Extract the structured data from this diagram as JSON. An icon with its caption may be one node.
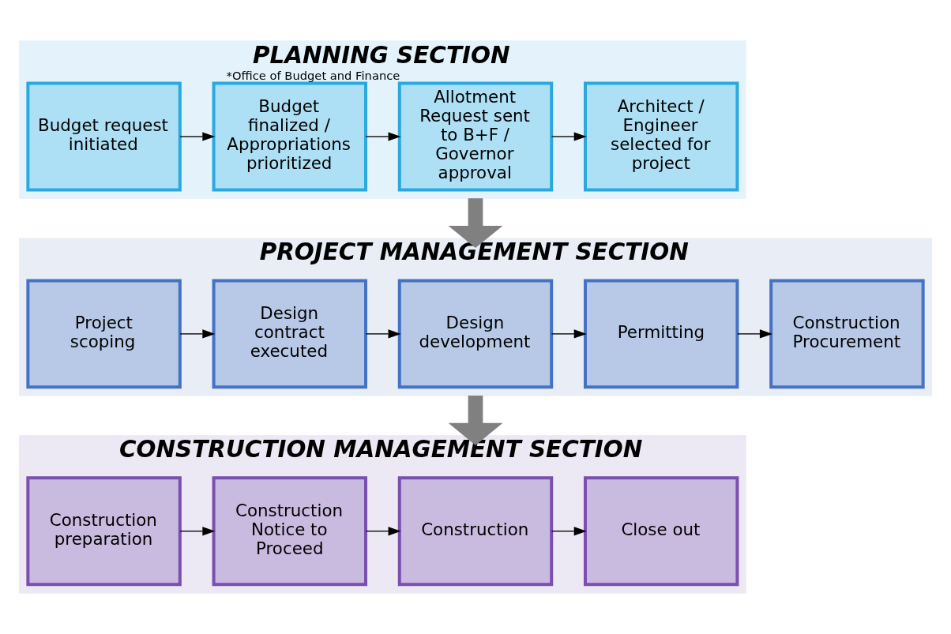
{
  "diagram": {
    "nodes": [
      {
        "text": [
          "PLANNING SECTION"
        ]
      },
      {
        "text": [
          "Budget request initiated"
        ],
        "in": 0
      },
      {
        "text": [
          "Budget finalized / Appropriations prioritized"
        ],
        "in": 0
      },
      {
        "text": [
          "Allotment Request sent to B+F / Governor approval"
        ],
        "in": 0,
        "beside": [
          "*Office of Budget and Finance"
        ]
      },
      {
        "text": [
          "Architect / Engineer selected for project"
        ],
        "in": 0
      },
      {
        "text": [
          "PROJECT MANAGEMENT SECTION"
        ]
      },
      {
        "text": [
          "Project scoping"
        ],
        "in": 5
      },
      {
        "text": [
          "Design contract executed"
        ],
        "in": 5
      },
      {
        "text": [
          "Design development"
        ],
        "in": 5
      },
      {
        "text": [
          "Permitting"
        ],
        "in": 5
      },
      {
        "text": [
          "Construction Procurement"
        ],
        "in": 5
      },
      {
        "text": [
          "CONSTRUCTION MANAGEMENT SECTION"
        ]
      },
      {
        "text": [
          "Construction preparation"
        ],
        "in": 11
      },
      {
        "text": [
          "Construction Notice to Proceed"
        ],
        "in": 11
      },
      {
        "text": [
          "Construction"
        ],
        "in": 11
      },
      {
        "text": [
          "Close out"
        ],
        "in": 11
      }
    ],
    "edges": [
      {
        "from": 1,
        "to": 2,
        "arrow": "to"
      },
      {
        "from": 2,
        "to": 3,
        "arrow": "to"
      },
      {
        "from": 3,
        "to": 4,
        "arrow": "to"
      },
      {
        "from": 0,
        "to": 5,
        "arrow": "to",
        "style": "thick",
        "color": "#808080"
      },
      {
        "from": 6,
        "to": 7,
        "arrow": "to"
      },
      {
        "from": 7,
        "to": 8,
        "arrow": "to"
      },
      {
        "from": 8,
        "to": 9,
        "arrow": "to"
      },
      {
        "from": 9,
        "to": 10,
        "arrow": "to"
      },
      {
        "from": 5,
        "to": 11,
        "arrow": "to",
        "style": "thick",
        "color": "#808080"
      },
      {
        "from": 12,
        "to": 13,
        "arrow": "to"
      },
      {
        "from": 13,
        "to": 14,
        "arrow": "to"
      },
      {
        "from": 14,
        "to": 15,
        "arrow": "to"
      }
    ]
  }
}
